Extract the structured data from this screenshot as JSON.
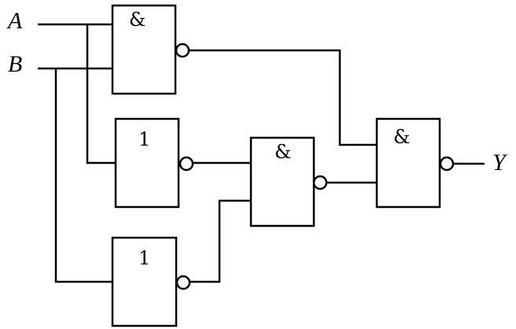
{
  "diagram": {
    "inputs": [
      {
        "id": "A",
        "label": "A"
      },
      {
        "id": "B",
        "label": "B"
      }
    ],
    "output": {
      "id": "Y",
      "label": "Y"
    },
    "gates": [
      {
        "id": "nand1",
        "symbol": "&",
        "inverted_output": true
      },
      {
        "id": "nor2",
        "symbol": "1",
        "inverted_output": true
      },
      {
        "id": "nor3",
        "symbol": "1",
        "inverted_output": true
      },
      {
        "id": "nand4",
        "symbol": "&",
        "inverted_output": true
      },
      {
        "id": "nand5",
        "symbol": "&",
        "inverted_output": true
      }
    ],
    "connections": [
      {
        "from": "A",
        "to": "nand1"
      },
      {
        "from": "B",
        "to": "nand1"
      },
      {
        "from": "A",
        "to": "nor2"
      },
      {
        "from": "B",
        "to": "nor3"
      },
      {
        "from": "nor2",
        "to": "nand4"
      },
      {
        "from": "nor3",
        "to": "nand4"
      },
      {
        "from": "nand1",
        "to": "nand5"
      },
      {
        "from": "nand4",
        "to": "nand5"
      },
      {
        "from": "nand5",
        "to": "Y"
      }
    ]
  }
}
